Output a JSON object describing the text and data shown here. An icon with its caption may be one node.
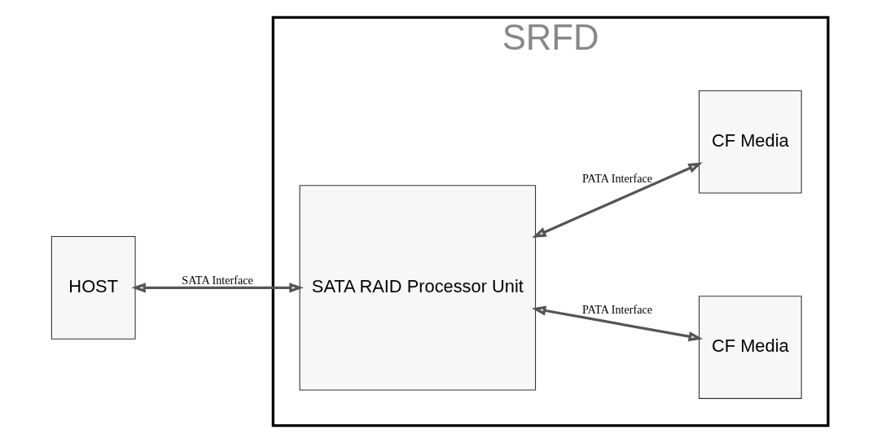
{
  "diagram": {
    "nodes": [
      {
        "text": [
          "SRFD"
        ]
      },
      {
        "text": [
          "HOST"
        ]
      },
      {
        "text": [
          "SATA RAID Processor Unit"
        ],
        "in": 0
      },
      {
        "text": [
          "CF Media"
        ],
        "in": 0
      },
      {
        "text": [
          "CF Media"
        ],
        "in": 0
      }
    ],
    "edges": [
      {
        "from": 1,
        "to": 2,
        "arrow": "both",
        "label": "SATA Interface"
      },
      {
        "from": 2,
        "to": 3,
        "arrow": "both",
        "label": "PATA Interface"
      },
      {
        "from": 2,
        "to": 4,
        "arrow": "both",
        "label": "PATA Interface"
      }
    ]
  }
}
